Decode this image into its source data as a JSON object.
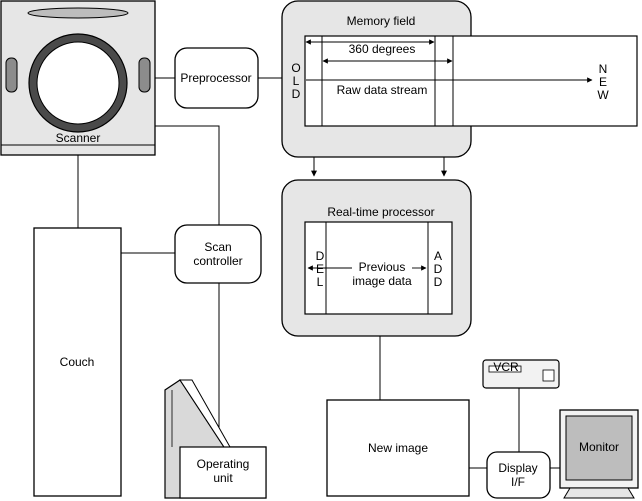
{
  "labels": {
    "scanner": "Scanner",
    "preprocessor": "Preprocessor",
    "memory_field": "Memory field",
    "degrees": "360 degrees",
    "old": [
      "O",
      "L",
      "D"
    ],
    "new": [
      "N",
      "E",
      "W"
    ],
    "raw_stream": "Raw data stream",
    "realtime": "Real-time processor",
    "del": [
      "D",
      "E",
      "L"
    ],
    "add": [
      "A",
      "D",
      "D"
    ],
    "previous": [
      "Previous",
      "image data"
    ],
    "scan_controller": [
      "Scan",
      "controller"
    ],
    "couch": "Couch",
    "operating": [
      "Operating",
      "unit"
    ],
    "new_image": "New image",
    "vcr": "VCR",
    "display": [
      "Display",
      "I/F"
    ],
    "monitor": "Monitor"
  }
}
